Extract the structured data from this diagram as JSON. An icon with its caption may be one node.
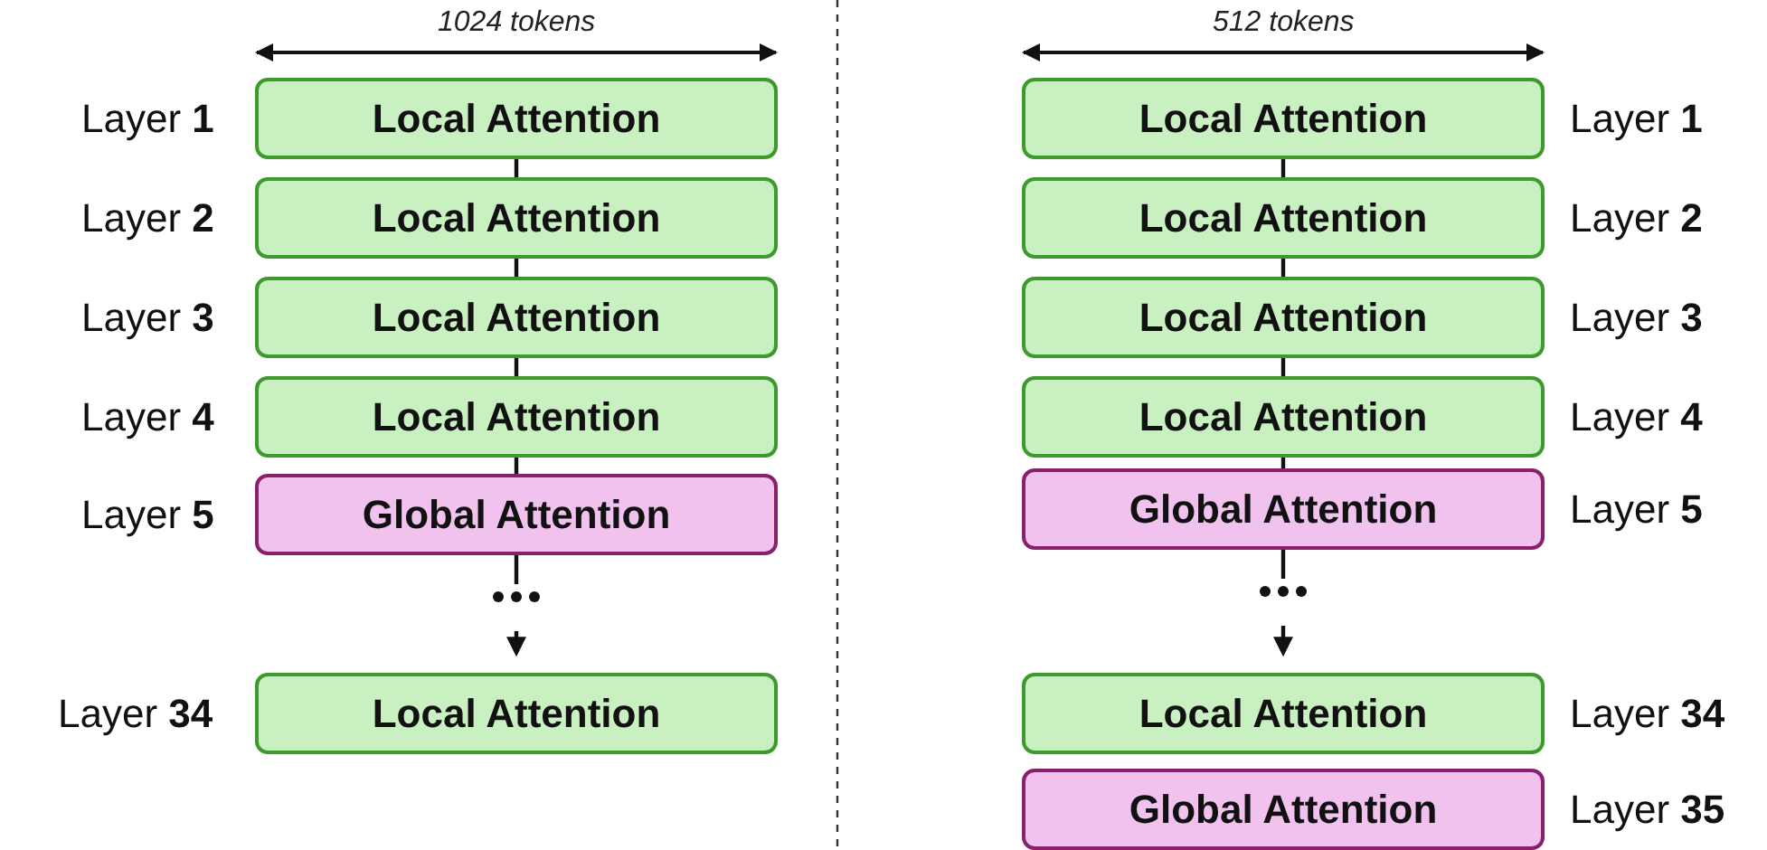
{
  "diagram": {
    "nodes": [
      {
        "text": [
          "Local Attention"
        ],
        "beside": [
          "Layer **1**"
        ]
      },
      {
        "text": [
          "Local Attention"
        ],
        "beside": [
          "Layer **2**"
        ]
      },
      {
        "text": [
          "Local Attention"
        ],
        "beside": [
          "Layer **3**"
        ]
      },
      {
        "text": [
          "Local Attention"
        ],
        "beside": [
          "Layer **4**"
        ]
      },
      {
        "text": [
          "Global Attention"
        ],
        "beside": [
          "Layer **5**"
        ]
      },
      {
        "text": [
          "Local Attention"
        ],
        "beside": [
          "Layer **34**"
        ]
      },
      {
        "text": [
          "Local Attention"
        ],
        "beside": [
          "Layer **1**"
        ]
      },
      {
        "text": [
          "Local Attention"
        ],
        "beside": [
          "Layer **2**"
        ]
      },
      {
        "text": [
          "Local Attention"
        ],
        "beside": [
          "Layer **3**"
        ]
      },
      {
        "text": [
          "Local Attention"
        ],
        "beside": [
          "Layer **4**"
        ]
      },
      {
        "text": [
          "Global Attention"
        ],
        "beside": [
          "Layer **5**"
        ]
      },
      {
        "text": [
          "Local Attention"
        ],
        "beside": [
          "Layer **34**"
        ]
      },
      {
        "text": [
          "Global Attention"
        ],
        "beside": [
          "Layer **35**"
        ]
      }
    ],
    "edges": [
      {
        "from": 0,
        "to": 1,
        "arrow": "none"
      },
      {
        "from": 1,
        "to": 2,
        "arrow": "none"
      },
      {
        "from": 2,
        "to": 3,
        "arrow": "none"
      },
      {
        "from": 3,
        "to": 4,
        "arrow": "none"
      },
      {
        "from": 4,
        "to": 5,
        "arrow": "to",
        "style": "dashed"
      },
      {
        "from": 6,
        "to": 7,
        "arrow": "none"
      },
      {
        "from": 7,
        "to": 8,
        "arrow": "none"
      },
      {
        "from": 8,
        "to": 9,
        "arrow": "none"
      },
      {
        "from": 9,
        "to": 10,
        "arrow": "none"
      },
      {
        "from": 10,
        "to": 11,
        "arrow": "to",
        "style": "dashed"
      }
    ],
    "labels": [
      "1024 tokens",
      "512 tokens"
    ]
  }
}
